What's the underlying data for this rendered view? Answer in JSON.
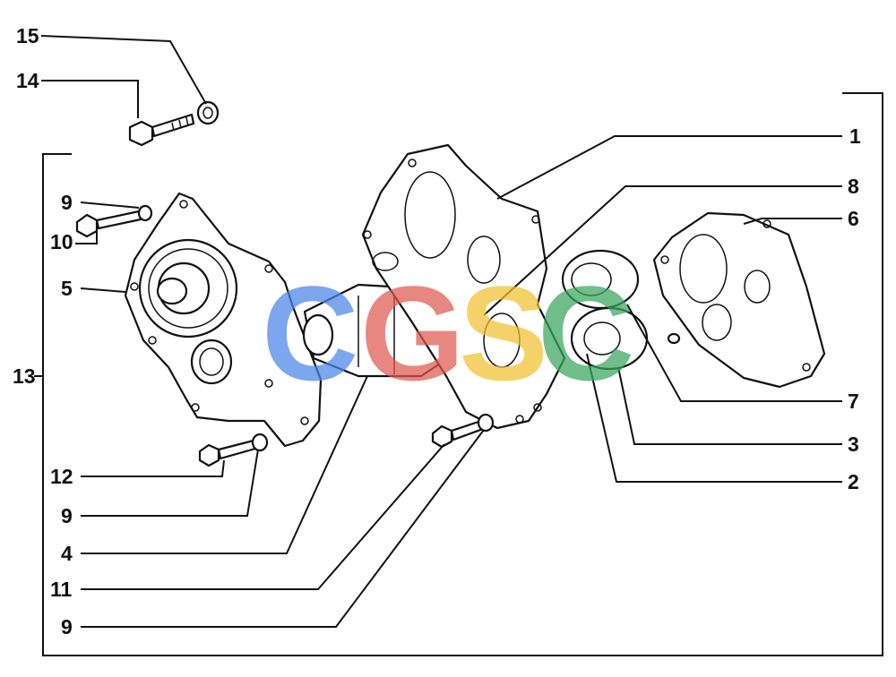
{
  "diagram": {
    "labels": {
      "l1": "1",
      "l2": "2",
      "l3": "3",
      "l4": "4",
      "l5": "5",
      "l6": "6",
      "l7": "7",
      "l8": "8",
      "l9a": "9",
      "l9b": "9",
      "l9c": "9",
      "l10": "10",
      "l11": "11",
      "l12": "12",
      "l13": "13",
      "l14": "14",
      "l15": "15"
    },
    "watermark": {
      "letters": [
        "C",
        "G",
        "S",
        "C"
      ],
      "colors": [
        "#4a86e8",
        "#e05a4f",
        "#f2c230",
        "#3aa65c"
      ]
    }
  }
}
